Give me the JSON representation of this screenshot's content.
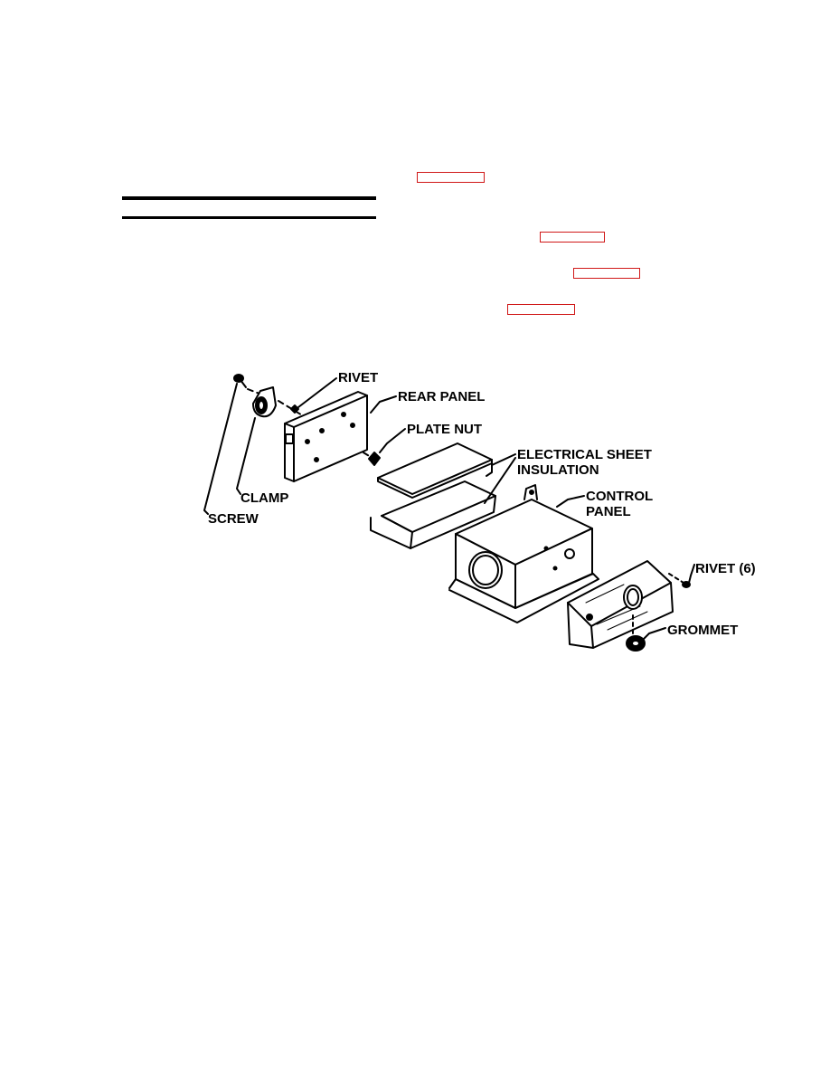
{
  "document": {
    "reference_boxes": [
      {
        "name": "cross-reference-1"
      },
      {
        "name": "cross-reference-2"
      },
      {
        "name": "cross-reference-3"
      },
      {
        "name": "cross-reference-4"
      }
    ]
  },
  "figure": {
    "labels": {
      "rivet": "RIVET",
      "rear_panel": "REAR PANEL",
      "plate_nut": "PLATE NUT",
      "electrical_sheet_1": "ELECTRICAL SHEET",
      "electrical_sheet_2": "INSULATION",
      "clamp": "CLAMP",
      "screw": "SCREW",
      "control_panel_1": "CONTROL",
      "control_panel_2": "PANEL",
      "rivet_6": "RIVET (6)",
      "grommet": "GROMMET"
    }
  }
}
